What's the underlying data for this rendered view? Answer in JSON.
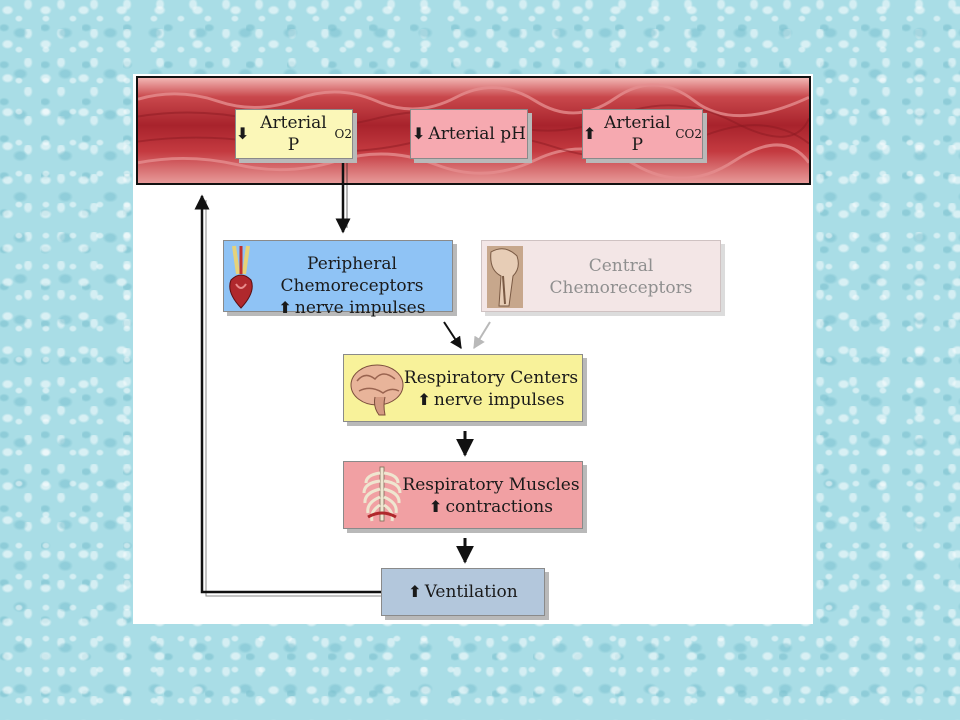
{
  "vessel": {
    "boxes": [
      {
        "arrow": "down",
        "text": "Arterial P",
        "subscript": "O2",
        "color": "#fbf7b8"
      },
      {
        "arrow": "down",
        "text": "Arterial pH",
        "subscript": "",
        "color": "#f6a9b0"
      },
      {
        "arrow": "up",
        "text": "Arterial P",
        "subscript": "CO2",
        "color": "#f6a9b0"
      }
    ]
  },
  "nodes": {
    "peripheral": {
      "title": "Peripheral Chemoreceptors",
      "detail": "nerve impulses",
      "color": "#8fc3f5",
      "icon": "carotid-heart-icon"
    },
    "central": {
      "title": "Central Chemoreceptors",
      "color": "#f3e6e6",
      "icon": "brainstem-icon"
    },
    "centers": {
      "title": "Respiratory Centers",
      "detail": "nerve impulses",
      "color": "#f8f29a",
      "icon": "brain-icon"
    },
    "muscles": {
      "title": "Respiratory Muscles",
      "detail": "contractions",
      "color": "#f1a0a3",
      "icon": "ribcage-icon"
    },
    "ventilation": {
      "title": "Ventilation",
      "color": "#b3c7dc"
    }
  },
  "glyphs": {
    "up": "⬆",
    "down": "⬇"
  }
}
